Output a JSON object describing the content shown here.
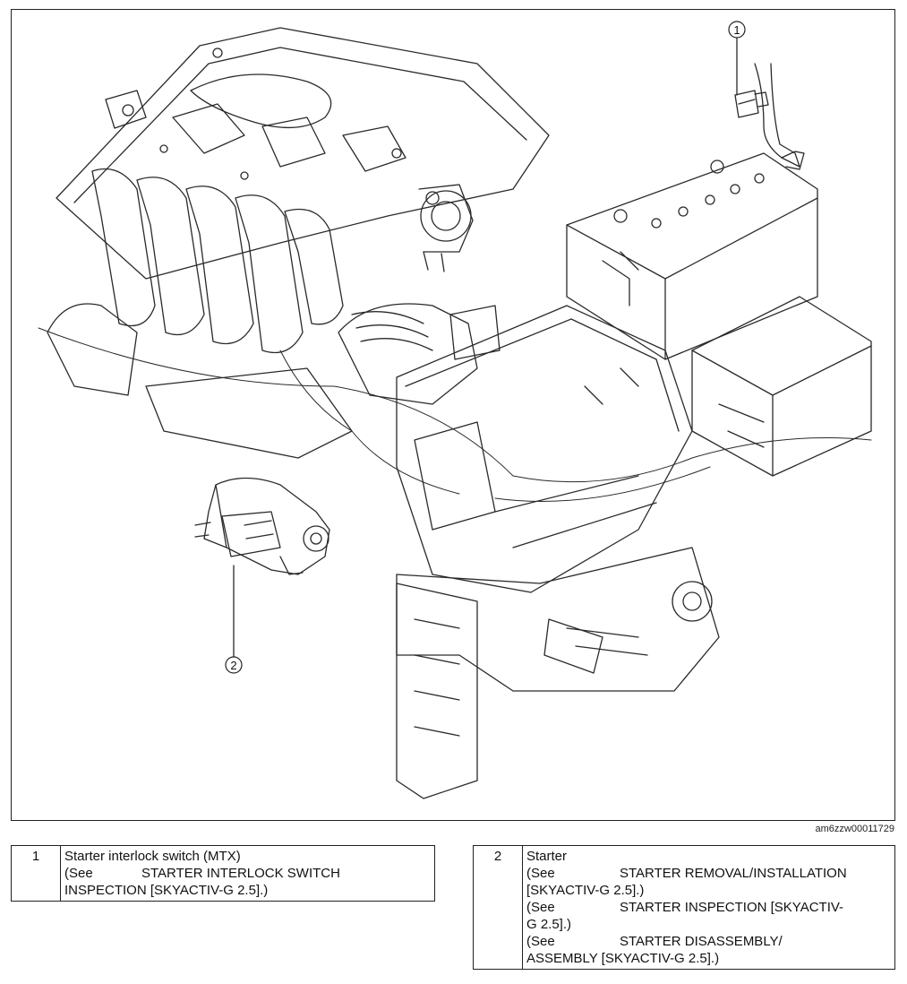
{
  "callouts": [
    "1",
    "2"
  ],
  "figure_id": "am6zzw00011729",
  "legend": [
    {
      "number": "1",
      "title": "Starter interlock switch (MTX)",
      "refs": [
        {
          "see": "(See",
          "text_a": "STARTER INTERLOCK SWITCH",
          "text_b": "INSPECTION [SKYACTIV-G 2.5].)"
        }
      ]
    },
    {
      "number": "2",
      "title": "Starter",
      "refs": [
        {
          "see": "(See",
          "text_a": "STARTER REMOVAL/INSTALLATION",
          "text_b": "[SKYACTIV-G 2.5].)"
        },
        {
          "see": "(See",
          "text_a": "STARTER INSPECTION [SKYACTIV-",
          "text_b": "G 2.5].)"
        },
        {
          "see": "(See",
          "text_a": "STARTER DISASSEMBLY/",
          "text_b": "ASSEMBLY [SKYACTIV-G 2.5].)"
        }
      ]
    }
  ],
  "colors": {
    "line": "#222222",
    "background": "#ffffff"
  }
}
